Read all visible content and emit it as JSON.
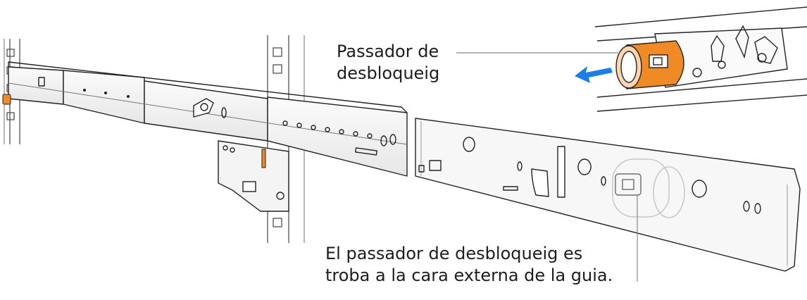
{
  "callouts": {
    "latch_label": {
      "line1": "Passador de",
      "line2": "desbloqueig"
    },
    "location_label": {
      "line1": "El passador de desbloqueig es",
      "line2": "troba a la cara externa de la guia."
    }
  },
  "colors": {
    "accent_orange": "#f08a24",
    "arrow_blue": "#1a7ee6",
    "outline": "#222222",
    "rail_fill": "#f2f2f2",
    "ghost": "#c9c9c9"
  },
  "icons": {
    "direction_arrow": "arrow-left-icon"
  }
}
